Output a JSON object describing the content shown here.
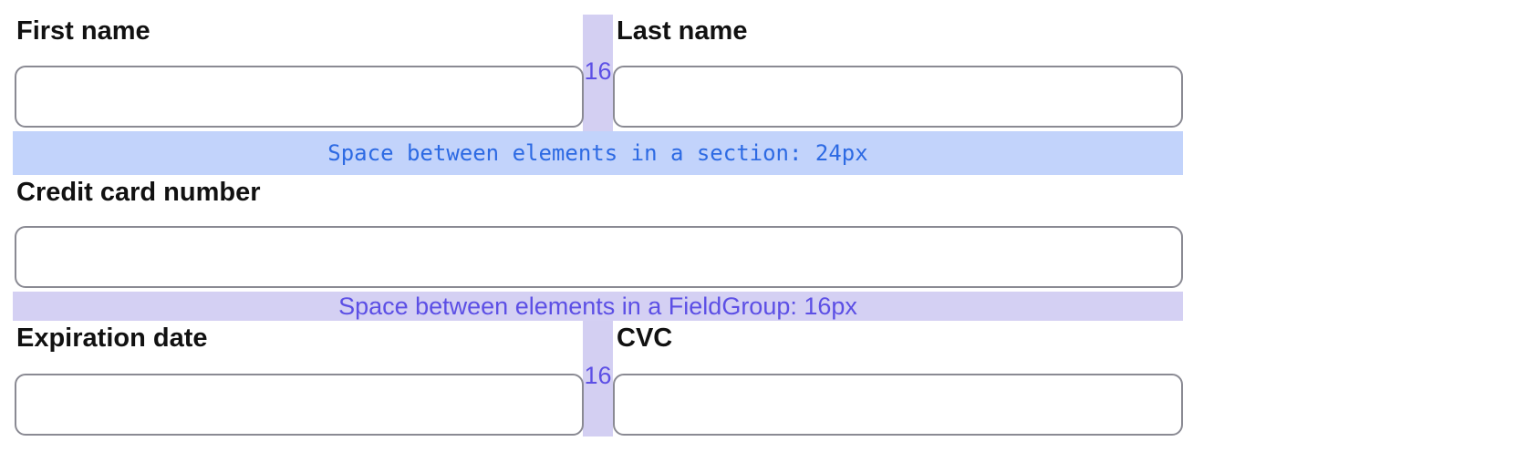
{
  "form": {
    "name_row": {
      "first_name": {
        "label": "First name",
        "value": ""
      },
      "last_name": {
        "label": "Last name",
        "value": ""
      }
    },
    "credit_card": {
      "label": "Credit card number",
      "value": ""
    },
    "payment_row": {
      "expiration": {
        "label": "Expiration date",
        "value": ""
      },
      "cvc": {
        "label": "CVC",
        "value": ""
      }
    }
  },
  "annotations": {
    "section_spacing": {
      "text": "Space between elements in a section: 24px",
      "band_color": "#c2d3fb",
      "text_color": "#2d6ae3"
    },
    "fieldgroup_spacing": {
      "text": "Space between elements in a FieldGroup: 16px",
      "band_color": "#d4d0f3",
      "text_color": "#5c4fe5"
    },
    "gap_top": {
      "value": "16"
    },
    "gap_bottom": {
      "value": "16"
    },
    "gap_bar_color": "#d3cff2",
    "gap_text_color": "#5c4fe5"
  },
  "styles": {
    "label_color": "#111111",
    "input_border_color": "#8a8a93",
    "background": "#ffffff"
  }
}
